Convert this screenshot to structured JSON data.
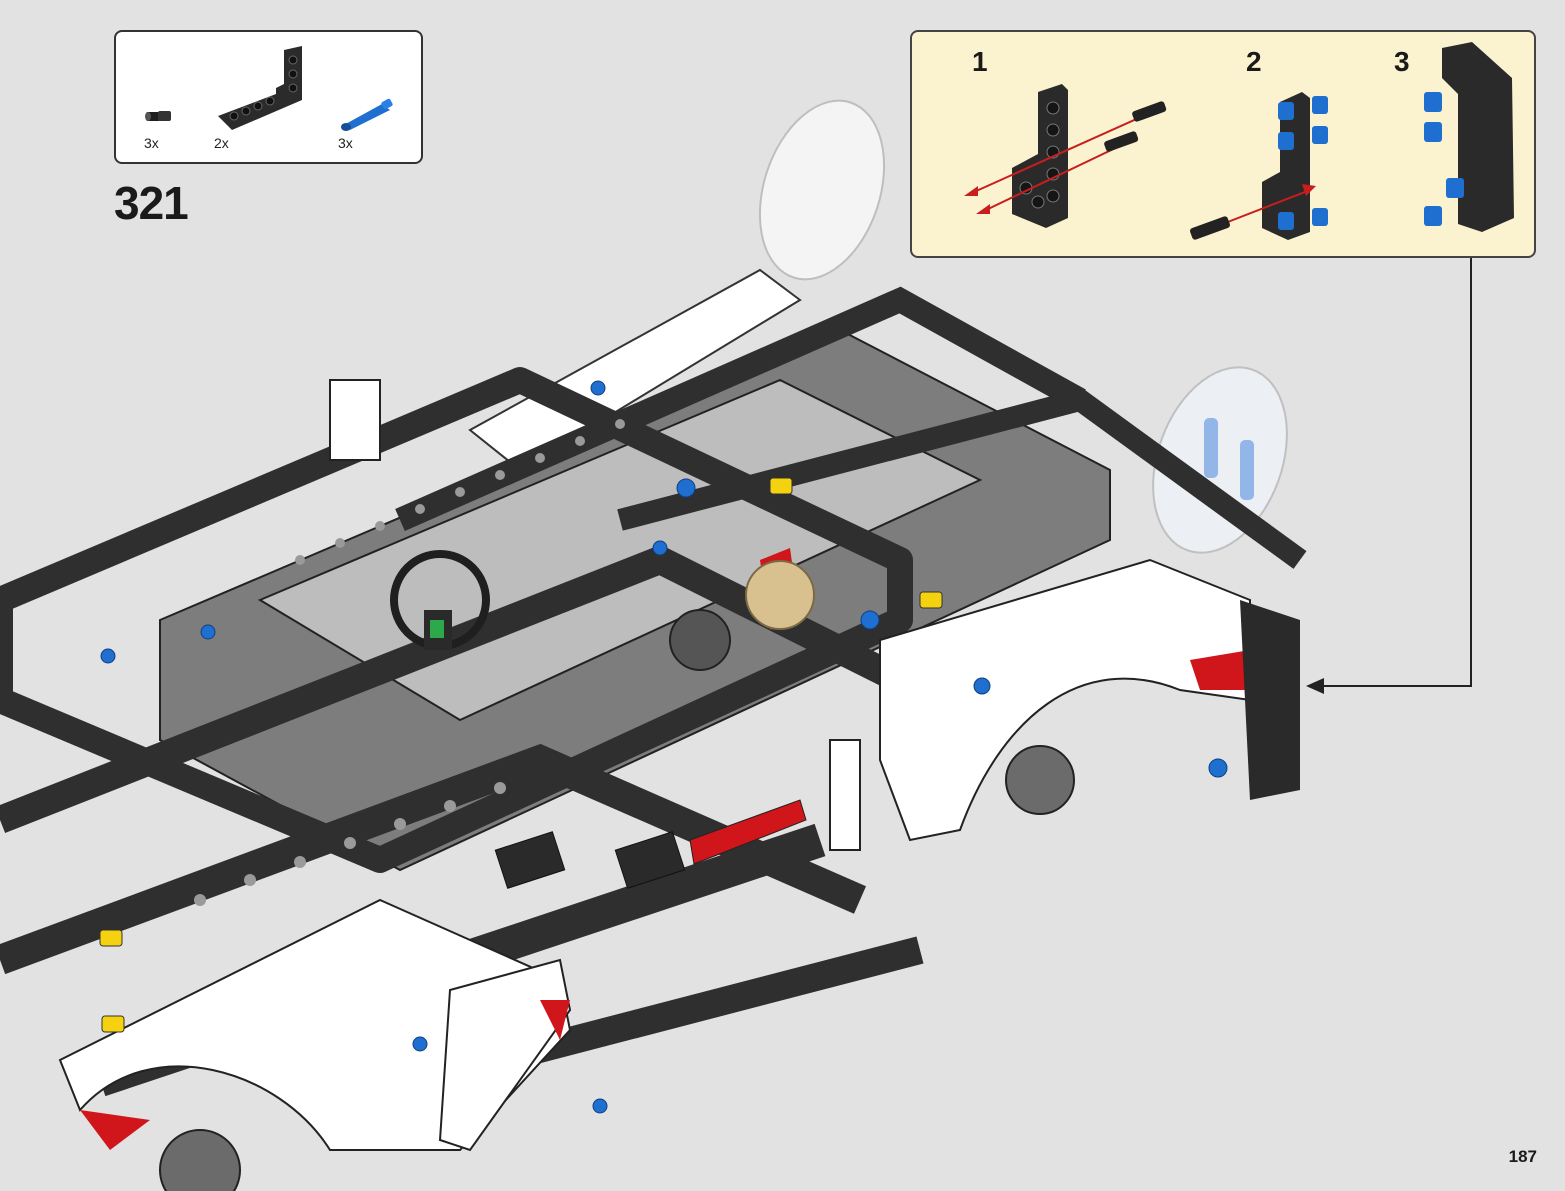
{
  "parts_callout": {
    "items": [
      {
        "qty": "3x",
        "icon": "black-axle-pin-icon",
        "color": "#1e1e1e"
      },
      {
        "qty": "2x",
        "icon": "black-l-beam-icon",
        "color": "#2b2b2b"
      },
      {
        "qty": "3x",
        "icon": "blue-axle-pin-icon",
        "color": "#1f6fd0"
      }
    ]
  },
  "step": {
    "number": "321"
  },
  "sub_assembly": {
    "steps": [
      {
        "label": "1"
      },
      {
        "label": "2"
      },
      {
        "label": "3"
      }
    ],
    "background": "#fbf3d0"
  },
  "page": {
    "number": "187"
  },
  "colors": {
    "beam": "#2f2f2f",
    "panel": "#ffffff",
    "accent_red": "#d0161b",
    "pin_blue": "#1f6fd0",
    "highlight_yellow": "#f5d20f",
    "arrow_red": "#c81e1e"
  }
}
